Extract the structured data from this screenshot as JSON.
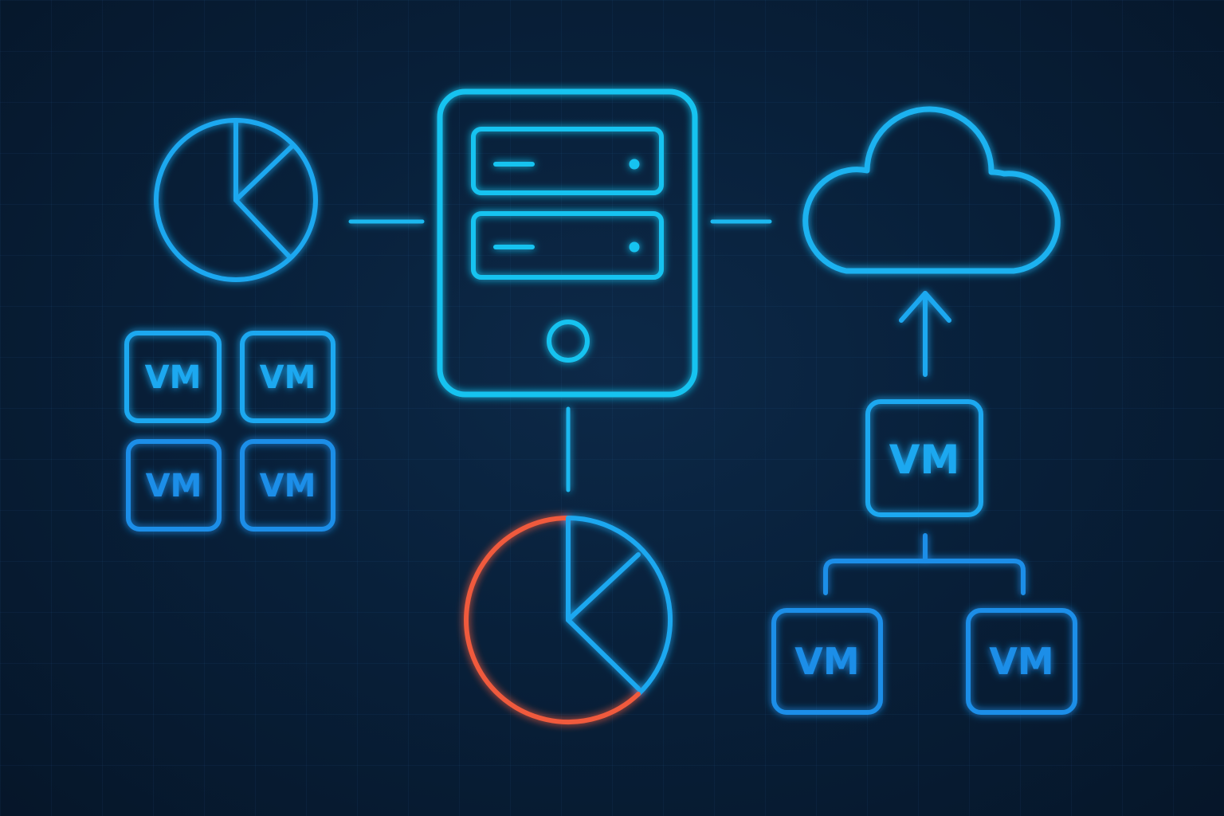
{
  "colors": {
    "background": "#071a30",
    "cyan": "#19c3f0",
    "blue": "#1f9cf0",
    "deep_blue": "#1a7fe0",
    "alert_red": "#f05a3c"
  },
  "icons": {
    "storage_chart": "pie-chart-icon",
    "server": "server-icon",
    "cloud": "cloud-icon",
    "upload_arrow": "arrow-up-icon",
    "resource_chart": "pie-chart-alert-icon",
    "virtual_machine": "vm-icon"
  },
  "vm_grid": {
    "labels": [
      "VM",
      "VM",
      "VM",
      "VM"
    ]
  },
  "vm_tree": {
    "root_label": "VM",
    "child_labels": [
      "VM",
      "VM"
    ]
  }
}
